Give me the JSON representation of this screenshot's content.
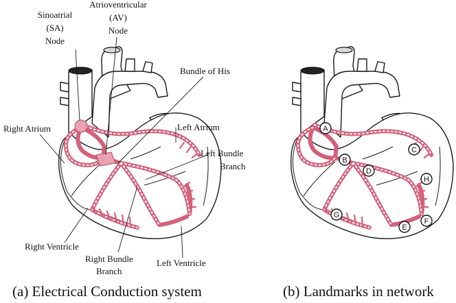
{
  "panel_a": {
    "labels": {
      "sa_node": [
        "Sinoatrial",
        "(SA)",
        "Node"
      ],
      "av_node": [
        "Atrioventricular",
        "(AV)",
        "Node"
      ],
      "bundle_of_his": "Bundle of His",
      "right_atrium": "Right Atrium",
      "left_atrium": "Left Atrium",
      "left_bundle_branch": [
        "Left Bundle",
        "Branch"
      ],
      "right_ventricle": "Right Ventricle",
      "right_bundle_branch": [
        "Right Bundle",
        "Branch"
      ],
      "left_ventricle": "Left Ventricle"
    },
    "caption": "(a)  Electrical Conduction system"
  },
  "panel_b": {
    "landmarks": [
      "A",
      "B",
      "C",
      "D",
      "E",
      "F",
      "G",
      "H"
    ],
    "caption": "(b)  Landmarks in network"
  },
  "colors": {
    "conduction": "#d4607a",
    "node_fill": "#e8a2b2",
    "outline": "#1a1a1a",
    "shade": "#d9d9d9"
  }
}
